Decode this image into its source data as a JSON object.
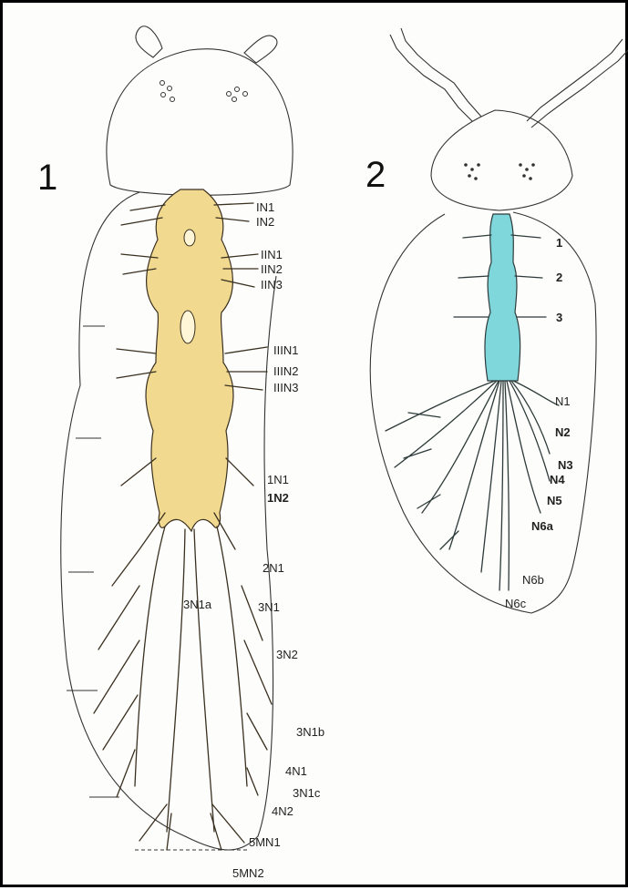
{
  "colors": {
    "ganglion_yellow": "#f2d990",
    "ganglion_cyan": "#7fd7dc",
    "frame": "#000000"
  },
  "panel1": {
    "number": "1",
    "labels": [
      {
        "id": "IN1",
        "text": "IN1"
      },
      {
        "id": "IN2",
        "text": "IN2"
      },
      {
        "id": "IIN1",
        "text": "IIN1"
      },
      {
        "id": "IIN2",
        "text": "IIN2"
      },
      {
        "id": "IIN3",
        "text": "IIN3"
      },
      {
        "id": "IIIN1",
        "text": "IIIN1"
      },
      {
        "id": "IIIN2",
        "text": "IIIN2"
      },
      {
        "id": "IIIN3",
        "text": "IIIN3"
      },
      {
        "id": "1N1",
        "text": "1N1"
      },
      {
        "id": "1N2",
        "text": "1N2"
      },
      {
        "id": "2N1",
        "text": "2N1"
      },
      {
        "id": "3N1a",
        "text": "3N1a"
      },
      {
        "id": "3N1",
        "text": "3N1"
      },
      {
        "id": "3N2",
        "text": "3N2"
      },
      {
        "id": "3N1b",
        "text": "3N1b"
      },
      {
        "id": "4N1",
        "text": "4N1"
      },
      {
        "id": "3N1c",
        "text": "3N1c"
      },
      {
        "id": "4N2",
        "text": "4N2"
      },
      {
        "id": "5MN1",
        "text": "5MN1"
      },
      {
        "id": "5MN2",
        "text": "5MN2"
      }
    ]
  },
  "panel2": {
    "number": "2",
    "labels": [
      {
        "id": "s1",
        "text": "1"
      },
      {
        "id": "s2",
        "text": "2"
      },
      {
        "id": "s3",
        "text": "3"
      },
      {
        "id": "N1",
        "text": "N1"
      },
      {
        "id": "N2",
        "text": "N2"
      },
      {
        "id": "N3",
        "text": "N3"
      },
      {
        "id": "N4",
        "text": "N4"
      },
      {
        "id": "N5",
        "text": "N5"
      },
      {
        "id": "N6a",
        "text": "N6a"
      },
      {
        "id": "N6b",
        "text": "N6b"
      },
      {
        "id": "N6c",
        "text": "N6c"
      }
    ]
  }
}
